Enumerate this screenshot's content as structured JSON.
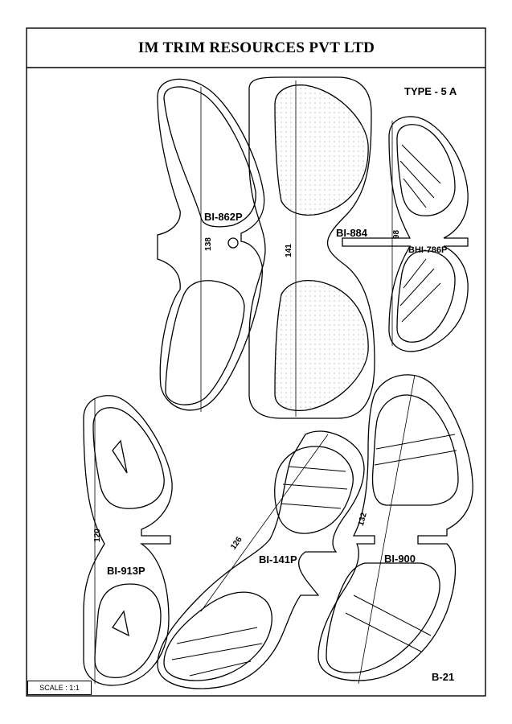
{
  "sheet": {
    "company": "IM TRIM RESOURCES PVT LTD",
    "type_label": "TYPE - 5 A",
    "sheet_code": "B-21",
    "scale_label": "SCALE : 1:1"
  },
  "patterns": [
    {
      "code": "BI-862P",
      "dimension": "138"
    },
    {
      "code": "BI-884",
      "dimension": "141"
    },
    {
      "code": "BHI-786P",
      "dimension": "98"
    },
    {
      "code": "BI-913P",
      "dimension": "120"
    },
    {
      "code": "BI-141P",
      "dimension": "126"
    },
    {
      "code": "BI-900",
      "dimension": "132"
    }
  ]
}
